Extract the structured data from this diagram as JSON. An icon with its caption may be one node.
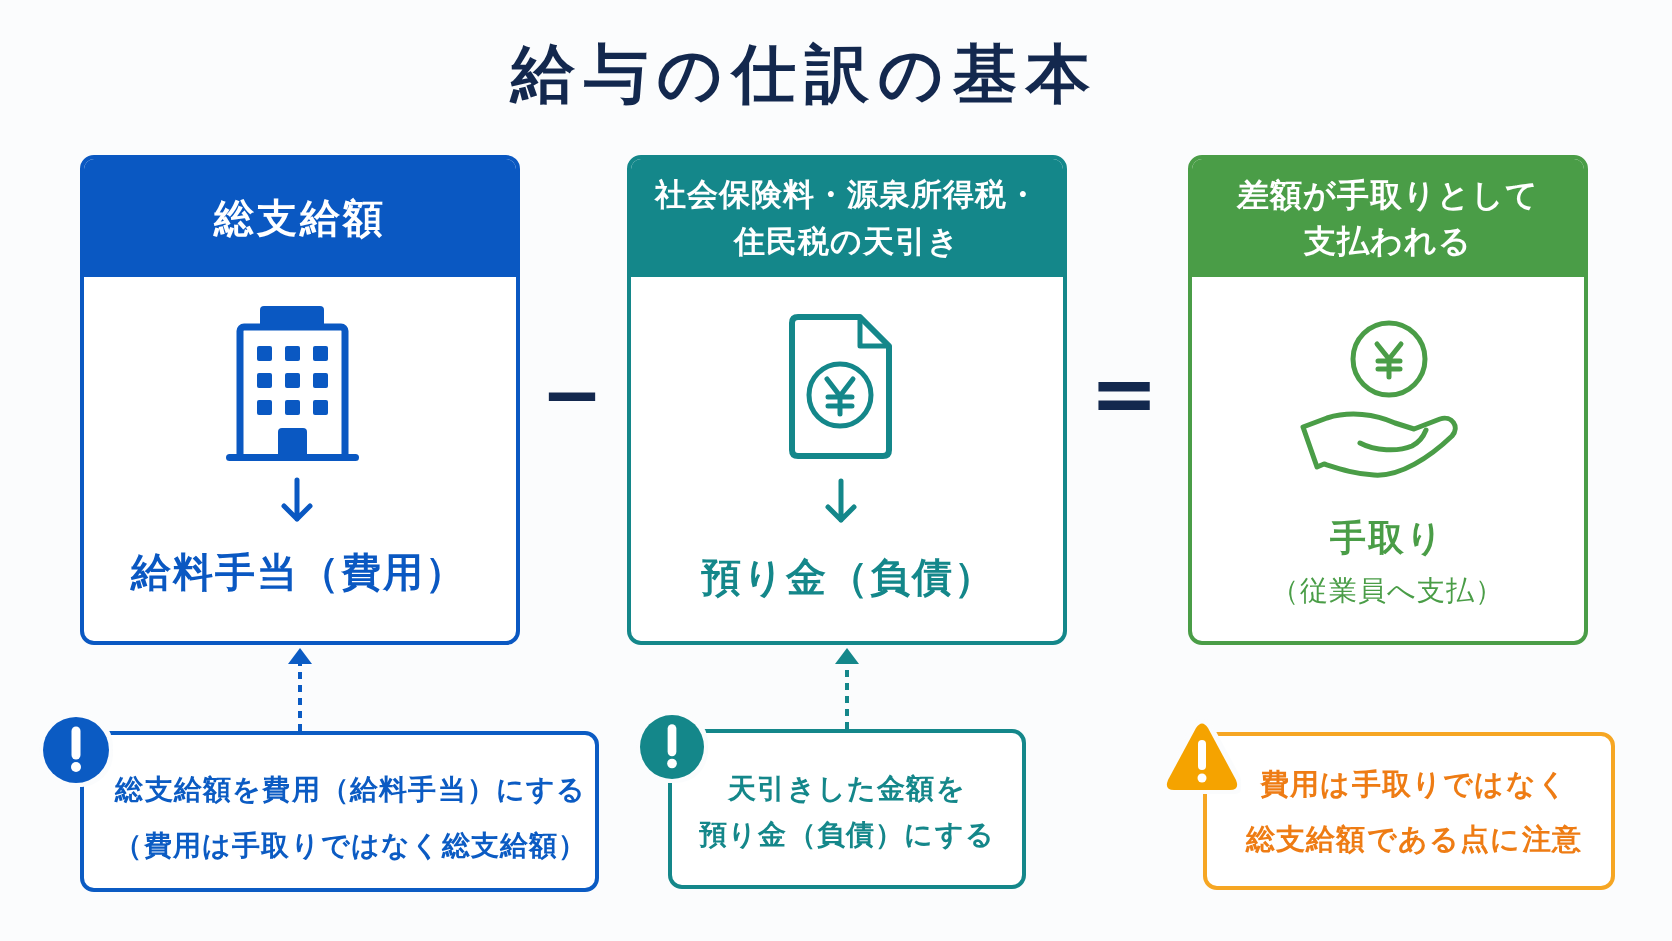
{
  "diagram": {
    "title": "給与の仕訳の基本",
    "nodes": [
      {
        "text": [
          "総支給額",
          "給料手当（費用）"
        ]
      },
      {
        "text": [
          "社会保険料・源泉所得税・住民税の天引き",
          "預り金（負債）"
        ]
      },
      {
        "text": [
          "差額が手取りとして支払われる",
          "手取り",
          "（従業員へ支払）"
        ]
      },
      {
        "text": [
          "総支給額を費用（給料手当）にする（費用は手取りではなく総支給額）"
        ]
      },
      {
        "text": [
          "天引きした金額を預り金（負債）にする"
        ]
      },
      {
        "text": [
          "費用は手取りではなく総支給額である点に注意"
        ]
      }
    ],
    "edges": [
      {
        "from": 3,
        "to": 0,
        "arrow": "to",
        "style": "dashed",
        "color": "#0b5bc3"
      },
      {
        "from": 4,
        "to": 1,
        "arrow": "to",
        "style": "dashed",
        "color": "#14878a"
      }
    ],
    "labels": [
      "−",
      "="
    ]
  }
}
